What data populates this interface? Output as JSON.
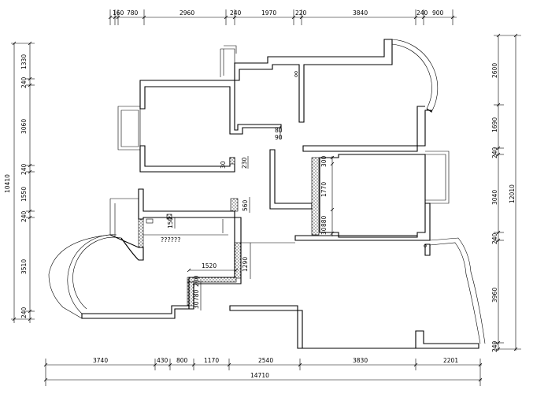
{
  "top_dimensions": [
    "160",
    "780",
    "2960",
    "240",
    "1970",
    "220",
    "3840",
    "240",
    "900"
  ],
  "bottom_dimensions": [
    "3740",
    "430",
    "800",
    "1170",
    "2540",
    "3830",
    "2201"
  ],
  "bottom_total": "14710",
  "left_dimensions": [
    "1330",
    "240",
    "3060",
    "240",
    "1550",
    "240",
    "3510",
    "240"
  ],
  "left_total": "10410",
  "right_dimensions": [
    "2600",
    "1690",
    "240",
    "3040",
    "240",
    "3960",
    "240"
  ],
  "right_total": "12010",
  "interior_dimensions": {
    "d80": "80",
    "d90": "90",
    "d30": "30",
    "d230": "230",
    "d300": "300",
    "d1770": "1770",
    "d880": "880",
    "d30b": "30",
    "d560": "560",
    "d150": "150",
    "d1290": "1290",
    "d1520": "1520",
    "d200": "200",
    "d780": "780",
    "d30c": "30"
  },
  "room_label": "??????"
}
